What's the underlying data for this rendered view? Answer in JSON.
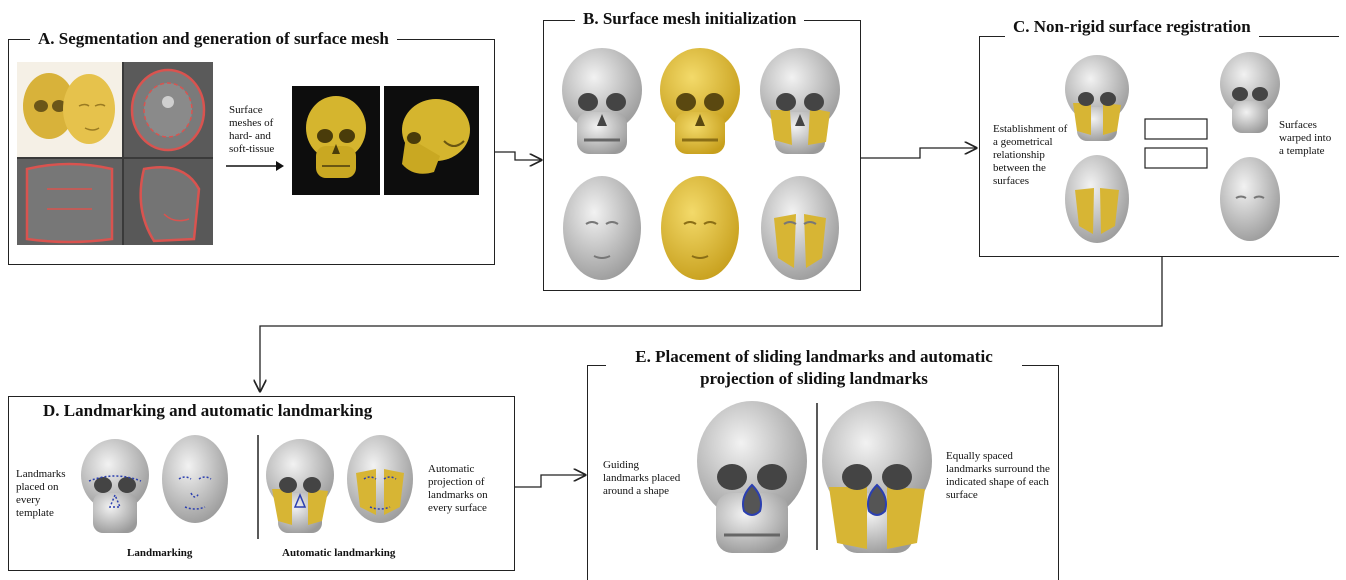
{
  "panels": {
    "a": {
      "title": "A. Segmentation and generation of surface mesh",
      "text": "Surface meshes of hard- and soft-tissue"
    },
    "b": {
      "title": "B. Surface mesh initialization"
    },
    "c": {
      "title": "C. Non-rigid surface registration",
      "left_text": "Establishment of a geometrical relationship between the surfaces",
      "right_text": "Surfaces warped into a template"
    },
    "d": {
      "title": "D. Landmarking and automatic landmarking",
      "left_text": "Landmarks placed on every template",
      "right_text": "Automatic projection of landmarks on every surface",
      "caption_left": "Landmarking",
      "caption_right": "Automatic landmarking"
    },
    "e": {
      "title": "E. Placement of sliding landmarks and automatic projection of sliding landmarks",
      "left_text": "Guiding landmarks placed around a shape",
      "right_text": "Equally spaced landmarks surround the indicated shape of each surface"
    }
  },
  "colors": {
    "bone_grey": "#c9c9c9",
    "gold": "#e3c23a",
    "landmark_blue": "#2b3fb0",
    "ct_red": "#d9534f",
    "ct_dark": "#505050"
  }
}
